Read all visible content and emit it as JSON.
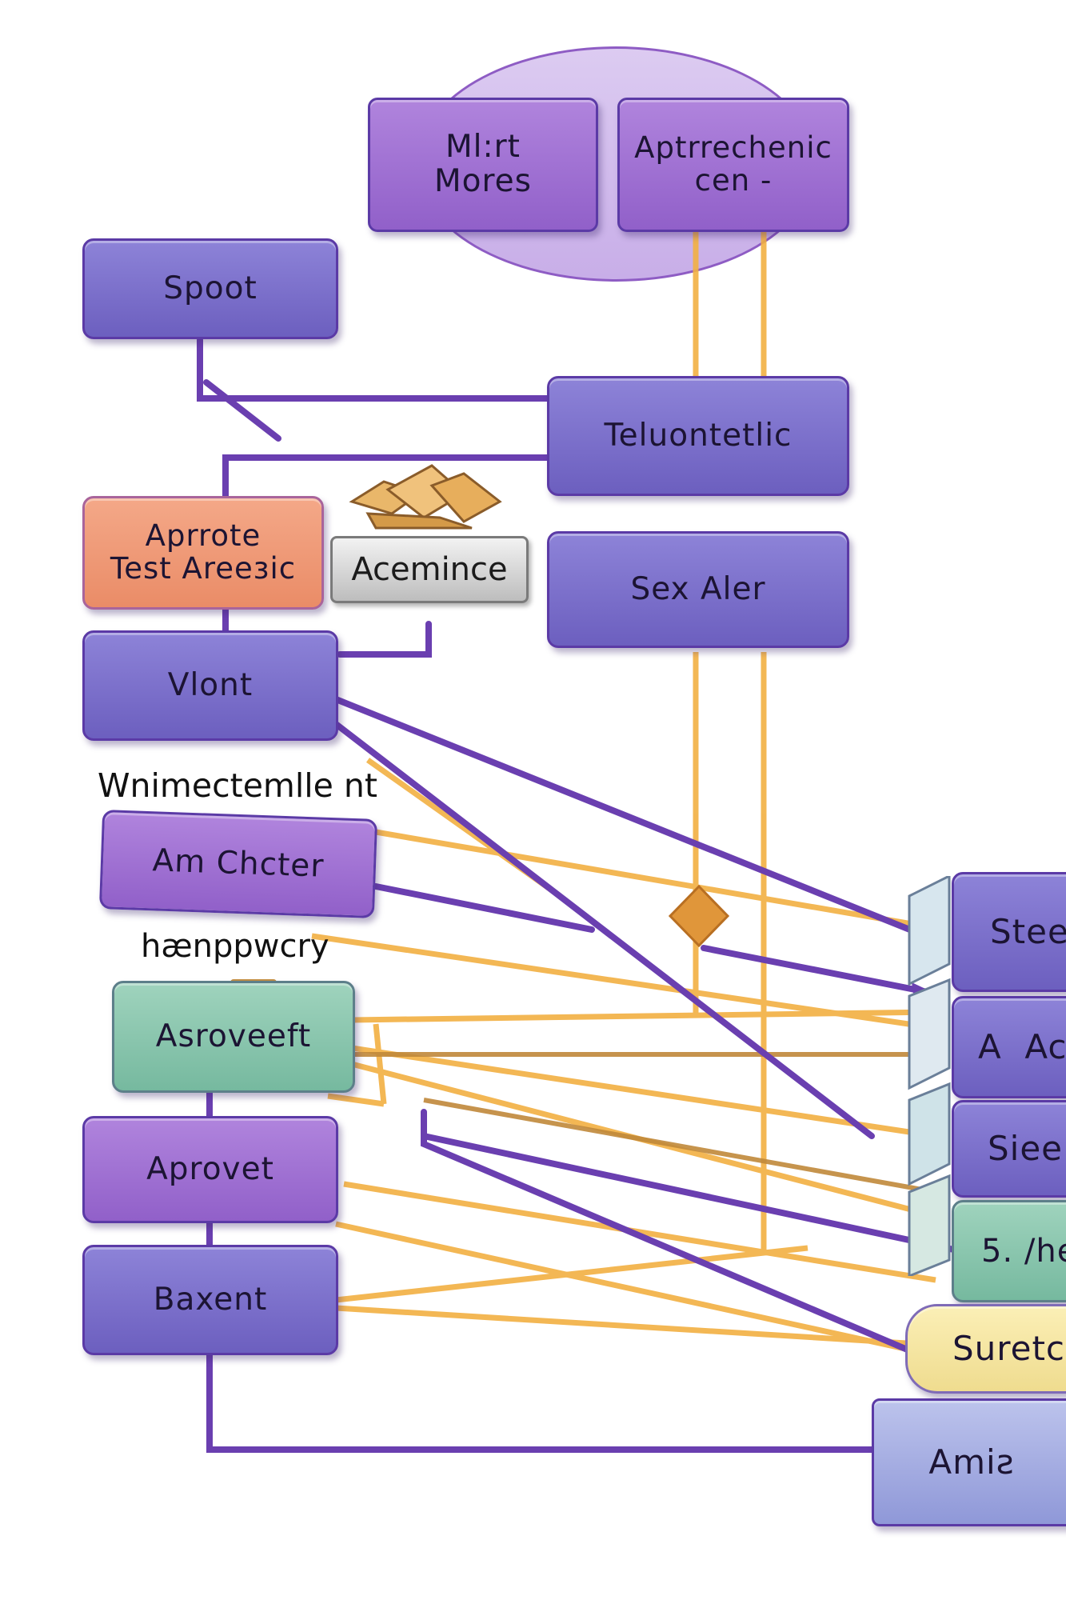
{
  "diagram": {
    "colors": {
      "link_purple": "#6a3fb0",
      "link_orange": "#f2b042",
      "link_brown": "#c0883a"
    },
    "group": {
      "node_a": [
        "Ml:rt",
        "Mores"
      ],
      "node_b": [
        "Aptrrechenic",
        "cen -"
      ]
    },
    "nodes": {
      "spoot": "Spoot",
      "teluontetlic": "Teluontetlic",
      "aprrote": [
        "Aprrote",
        "Test Areeɜic"
      ],
      "acemince": "Acemince",
      "sex_aler": "Sex Aler",
      "vlont": "Vlont",
      "am_chcter": "Am Chcter",
      "asroveeft": "Asroveeft",
      "aprovet": "Aprovet",
      "baxent": "Baxent",
      "stee": "Stee",
      "a_ac": "A  Ac",
      "siee": "Siee",
      "five_he": "5. /he",
      "suretc": "Suretc",
      "amis": "Amiƨ"
    },
    "labels": {
      "wnimectemlle": "Wnimectemlle nt",
      "happwcry": "hænppwcry"
    },
    "icons": {
      "pile": "folder-pile-icon",
      "diamond": "diamond-junction-icon"
    }
  }
}
